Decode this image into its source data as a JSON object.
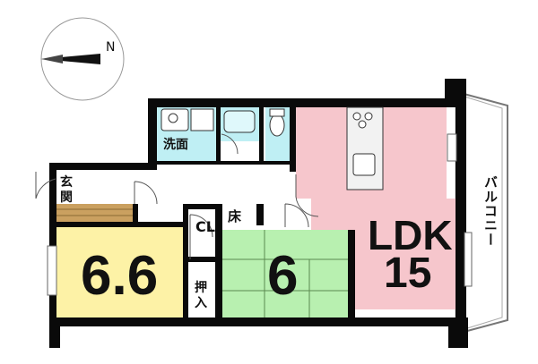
{
  "compass": {
    "north_label": "N",
    "icon": "north-arrow-icon"
  },
  "rooms": {
    "western1": {
      "size": "6.6"
    },
    "japanese": {
      "size": "6"
    },
    "ldk": {
      "name": "LDK",
      "size": "15"
    }
  },
  "labels": {
    "entrance": "玄関",
    "washroom": "洗面",
    "closet": "CL",
    "floor_alcove": "床",
    "oshiire": "押入",
    "balcony": "バルコニー"
  },
  "colors": {
    "western1": "#fdf2a6",
    "japanese": "#b8f0b0",
    "ldk": "#f6c6cc",
    "wet": "#bfeff4",
    "entrance_floor": "#caa060",
    "wall": "#0a0a0a"
  }
}
